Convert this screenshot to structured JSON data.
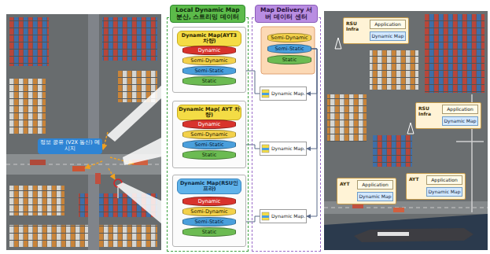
{
  "diagram": {
    "nodes": [
      {
        "text": [
          "정보 공유 (V2X 통신) 메시지"
        ]
      },
      {
        "text": [
          "Local Dynamic Map 분산, 스트리밍 데이터"
        ]
      },
      {
        "text": [
          "Dynamic Map(AYT3 차량)"
        ],
        "in": 1
      },
      {
        "text": [
          "Dynamic"
        ],
        "in": 2
      },
      {
        "text": [
          "Semi-Dynamic"
        ],
        "in": 2
      },
      {
        "text": [
          "Semi-Static"
        ],
        "in": 2
      },
      {
        "text": [
          "Static"
        ],
        "in": 2
      },
      {
        "text": [
          "Dynamic Map( AYT 차량)"
        ],
        "in": 1
      },
      {
        "text": [
          "Dynamic"
        ],
        "in": 7
      },
      {
        "text": [
          "Semi-Dynamic"
        ],
        "in": 7
      },
      {
        "text": [
          "Semi-Static"
        ],
        "in": 7
      },
      {
        "text": [
          "Static"
        ],
        "in": 7
      },
      {
        "text": [
          "Dynamic Map(RSU인프라)"
        ],
        "in": 1
      },
      {
        "text": [
          "Dynamic"
        ],
        "in": 12
      },
      {
        "text": [
          "Semi-Dynamic"
        ],
        "in": 12
      },
      {
        "text": [
          "Semi-Static"
        ],
        "in": 12
      },
      {
        "text": [
          "Static"
        ],
        "in": 12
      },
      {
        "text": [
          "Map Delivery 서버 데이터 센터"
        ]
      },
      {
        "text": [
          "Semi-Dynamic"
        ],
        "in": 17
      },
      {
        "text": [
          "Semi-Static"
        ],
        "in": 17
      },
      {
        "text": [
          "Static"
        ],
        "in": 17
      },
      {
        "text": [
          "Dynamic Map."
        ],
        "in": 17
      },
      {
        "text": [
          "Dynamic Map."
        ],
        "in": 17
      },
      {
        "text": [
          "Dynamic Map."
        ],
        "in": 17
      },
      {
        "text": [
          "RSU Infra"
        ]
      },
      {
        "text": [
          "Application"
        ],
        "in": 24
      },
      {
        "text": [
          "Dynamic Map"
        ],
        "in": 24
      },
      {
        "text": [
          "RSU Infra"
        ]
      },
      {
        "text": [
          "Application"
        ],
        "in": 27
      },
      {
        "text": [
          "Dynamic Map"
        ],
        "in": 27
      },
      {
        "text": [
          "AYT"
        ]
      },
      {
        "text": [
          "Application"
        ],
        "in": 30
      },
      {
        "text": [
          "Dynamic Map"
        ],
        "in": 30
      },
      {
        "text": [
          "AYT"
        ]
      },
      {
        "text": [
          "Application"
        ],
        "in": 33
      },
      {
        "text": [
          "Dynamic Map"
        ],
        "in": 33
      }
    ],
    "edges": [
      {
        "from": 5,
        "to": 21,
        "arrow": "none"
      },
      {
        "from": 10,
        "to": 22,
        "arrow": "none"
      },
      {
        "from": 15,
        "to": 23,
        "arrow": "none"
      },
      {
        "from": 19,
        "to": 21,
        "arrow": "to"
      },
      {
        "from": 19,
        "to": 22,
        "arrow": "to"
      },
      {
        "from": 19,
        "to": 23,
        "arrow": "to"
      }
    ]
  }
}
